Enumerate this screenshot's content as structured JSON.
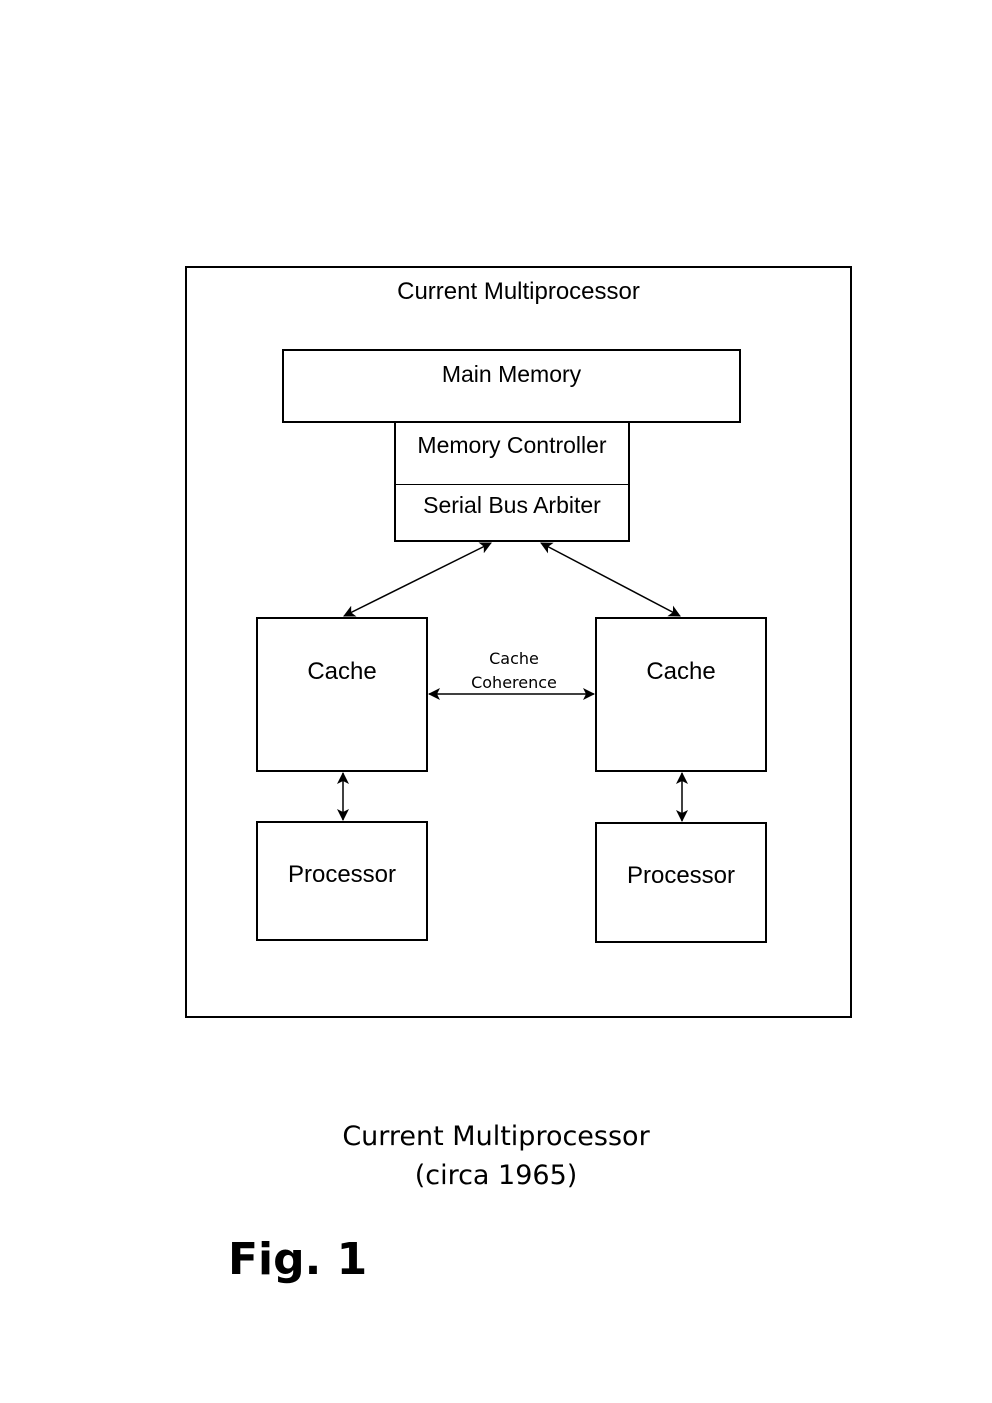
{
  "diagram": {
    "frame_title": "Current Multiprocessor",
    "main_memory": "Main Memory",
    "memory_controller": "Memory Controller",
    "serial_bus_arbiter": "Serial Bus Arbiter",
    "cache_left": "Cache",
    "cache_right": "Cache",
    "processor_left": "Processor",
    "processor_right": "Processor",
    "coherence_line1": "Cache",
    "coherence_line2": "Coherence"
  },
  "caption": {
    "line1": "Current Multiprocessor",
    "line2": "(circa 1965)"
  },
  "figure_label": "Fig. 1"
}
